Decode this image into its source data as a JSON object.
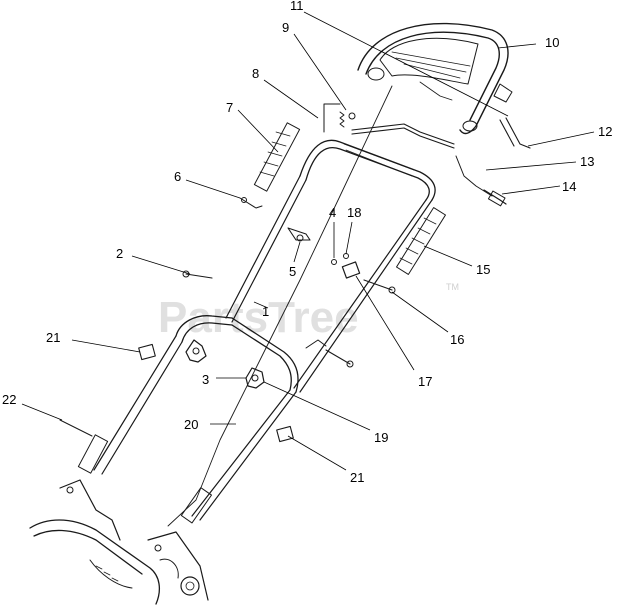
{
  "watermark": {
    "text": "PartsTree",
    "trademark": "TM"
  },
  "callouts": [
    {
      "id": "1",
      "text": "1"
    },
    {
      "id": "2",
      "text": "2"
    },
    {
      "id": "3",
      "text": "3"
    },
    {
      "id": "4",
      "text": "4"
    },
    {
      "id": "5",
      "text": "5"
    },
    {
      "id": "6",
      "text": "6"
    },
    {
      "id": "7",
      "text": "7"
    },
    {
      "id": "8",
      "text": "8"
    },
    {
      "id": "9",
      "text": "9"
    },
    {
      "id": "10",
      "text": "10"
    },
    {
      "id": "11",
      "text": "11"
    },
    {
      "id": "12",
      "text": "12"
    },
    {
      "id": "13",
      "text": "13"
    },
    {
      "id": "14",
      "text": "14"
    },
    {
      "id": "15",
      "text": "15"
    },
    {
      "id": "16",
      "text": "16"
    },
    {
      "id": "17",
      "text": "17"
    },
    {
      "id": "18",
      "text": "18"
    },
    {
      "id": "19",
      "text": "19"
    },
    {
      "id": "20",
      "text": "20"
    },
    {
      "id": "21a",
      "text": "21"
    },
    {
      "id": "21b",
      "text": "21"
    },
    {
      "id": "22",
      "text": "22"
    }
  ]
}
